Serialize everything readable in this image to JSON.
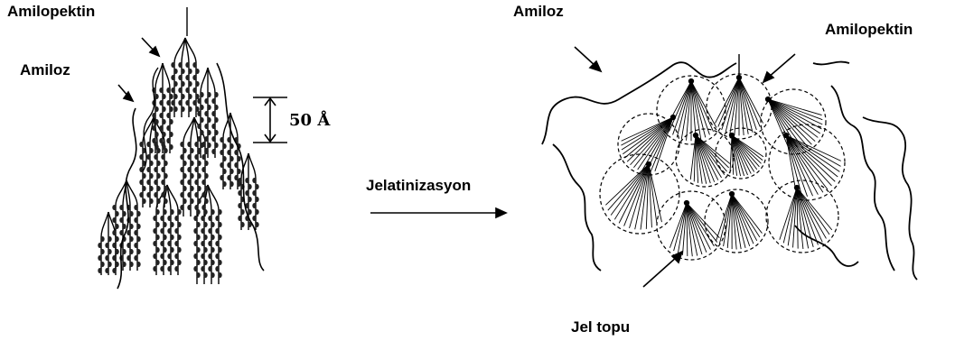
{
  "labels": {
    "left_amylopectin": "Amilopektin",
    "left_amylose": "Amiloz",
    "scale": "50 Å",
    "process": "Jelatinizasyon",
    "right_amylose": "Amiloz",
    "right_amylopectin": "Amilopektin",
    "gel_ball": "Jel topu"
  },
  "colors": {
    "ink": "#000000",
    "background": "#ffffff"
  }
}
